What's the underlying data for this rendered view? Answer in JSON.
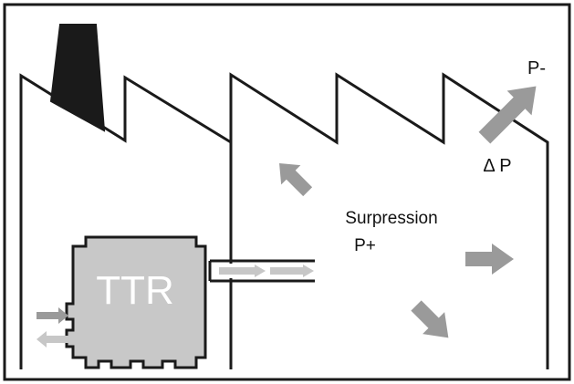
{
  "diagram": {
    "unit_label": "TTR",
    "center_label_line1": "Surpression",
    "center_label_line2": "P+",
    "corner_label": "P-",
    "delta_label": "Δ P"
  },
  "colors": {
    "outline": "#1a1a1a",
    "unit_fill": "#c8c8c8",
    "arrow_fill": "#9a9a9a",
    "arrow_light": "#c7c7c7",
    "background": "#ffffff"
  }
}
